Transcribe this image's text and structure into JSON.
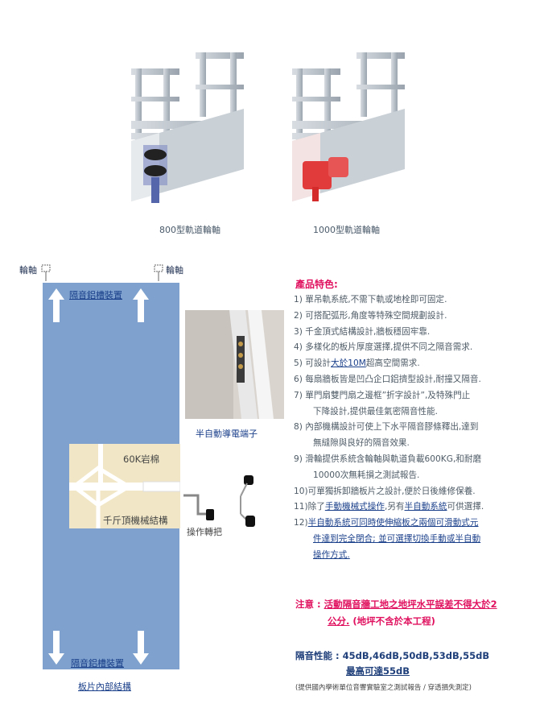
{
  "products": [
    {
      "caption": "800型軌道輪軸"
    },
    {
      "caption": "1000型軌道輪軸"
    }
  ],
  "diagram": {
    "wheel_left": "輪軸",
    "wheel_right": "輪軸",
    "rail_top": "隔音鋁槽裝置",
    "rail_bottom": "隔音鋁槽裝置",
    "rock_wool": "60K岩棉",
    "mechanism": "千斤頂機械結構",
    "handle": "操作轉把",
    "terminal": "半自動導電端子",
    "inner_structure": "板片內部結構"
  },
  "features": {
    "title": "產品特色:",
    "items": [
      {
        "num": "1)",
        "text": "單吊軌系統,不需下軌或地栓即可固定."
      },
      {
        "num": "2)",
        "text": "可搭配弧形,角度等特殊空間規劃設計."
      },
      {
        "num": "3)",
        "text": "千金頂式結構設計,牆板穩固牢靠."
      },
      {
        "num": "4)",
        "text": "多樣化的板片厚度選擇,提供不同之隔音需求."
      },
      {
        "num": "5)",
        "pre": "可設計",
        "link": "大於10M",
        "post": "超高空間需求."
      },
      {
        "num": "6)",
        "text": "每扇牆板皆是凹凸企口鋁擠型設計,耐撞又隔音."
      },
      {
        "num": "7)",
        "text": "單門扇雙門扇之邊框”折字設計”,及特殊門止",
        "cont": "下降設計,提供最佳氣密隔音性能."
      },
      {
        "num": "8)",
        "text": "內部機構設計可使上下水平隔音膠條釋出,達到",
        "cont": "無縫隙與良好的隔音效果."
      },
      {
        "num": "9)",
        "text": "滑輪提供系統含輪軸與軌道負載600KG,和耐磨",
        "cont": "10000次無耗損之測試報告."
      },
      {
        "num": "10)",
        "text": "可單獨拆卸牆板片之設計,便於日後維修保養."
      },
      {
        "num": "11)",
        "pre": "除了",
        "link": "手動機械式操作",
        "mid": ",另有",
        "link2": "半自動系統",
        "post": "可供選擇."
      },
      {
        "num": "12)",
        "text": "半自動系統可同時使伸縮板之兩個可滑動式元",
        "cont": "件達到完全閉合; 並可選擇切換手動或半自動",
        "cont2": "操作方式."
      }
    ]
  },
  "note": {
    "label": "注意 : ",
    "text": "活動隔音牆工地之地坪水平誤差不得大於2",
    "text2": "公分.",
    "text3": " (地坪不含於本工程)"
  },
  "sound": {
    "label": "隔音性能 : ",
    "values": "45dB,46dB,50dB,53dB,55dB",
    "max": "最高可達55dB",
    "footnote": "(提供國內學術單位音響實驗室之測試報告 / 穿透損失測定)"
  }
}
